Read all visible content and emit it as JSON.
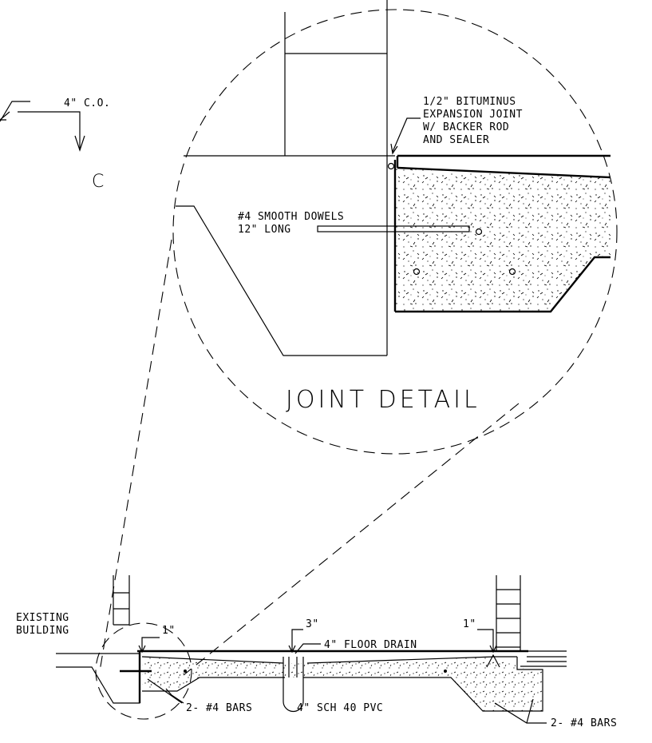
{
  "labels": {
    "cleanout": "4\" C.O.",
    "section_letter": "C",
    "expansion_joint_1": "1/2\" BITUMINUS",
    "expansion_joint_2": "EXPANSION JOINT",
    "expansion_joint_3": "W/ BACKER ROD",
    "expansion_joint_4": "AND SEALER",
    "dowels_1": "#4 SMOOTH DOWELS",
    "dowels_2": "12\" LONG",
    "joint_detail_title": "JOINT DETAIL",
    "existing_building_1": "EXISTING",
    "existing_building_2": "BUILDING",
    "dim_left": "1\"",
    "dim_center": "3\"",
    "dim_right": "1\"",
    "floor_drain": "4\" FLOOR DRAIN",
    "bars_left": "2- #4 BARS",
    "pvc_pipe": "4\" SCH 40 PVC",
    "bars_right": "2- #4 BARS"
  }
}
